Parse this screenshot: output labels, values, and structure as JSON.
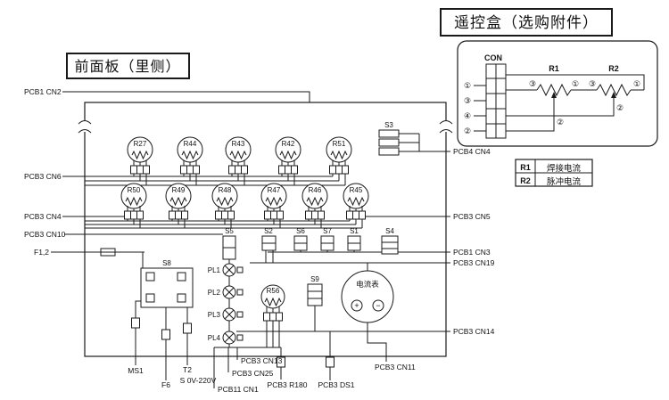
{
  "titles": {
    "remote_box": "遥控盒（选购附件）",
    "front_panel": "前面板（里侧）"
  },
  "remote_detail": {
    "con_label": "CON",
    "con_pins": [
      "①",
      "③",
      "④",
      "②"
    ],
    "pots": [
      {
        "name": "R1",
        "left": "③",
        "right": "①",
        "wiper": "②"
      },
      {
        "name": "R2",
        "left": "③",
        "right": "①",
        "wiper": "②"
      }
    ]
  },
  "legend": {
    "rows": [
      {
        "key": "R1",
        "desc": "焊接电流"
      },
      {
        "key": "R2",
        "desc": "脉冲电流"
      }
    ]
  },
  "panel": {
    "left_labels": [
      "PCB1 CN2",
      "PCB3 CN6",
      "PCB3 CN4",
      "PCB3 CN10",
      "F1,2"
    ],
    "right_labels": [
      "PCB4 CN4",
      "PCB3 CN5",
      "PCB1 CN3",
      "PCB3 CN19",
      "PCB3 CN14"
    ],
    "bottom_labels": [
      "MS1",
      "F6",
      "T2",
      "S 0V-220V",
      "PCB3 CN13",
      "PCB3 CN25",
      "PCB11 CN1",
      "PCB3 R180",
      "PCB3 DS1",
      "PCB3 CN11"
    ],
    "pots_row1": [
      "R27",
      "R44",
      "R43",
      "R42",
      "R51"
    ],
    "pots_row2": [
      "R50",
      "R49",
      "R48",
      "R47",
      "R46",
      "R45"
    ],
    "switches": {
      "s3": "S3",
      "s5": "S5",
      "s2": "S2",
      "s6": "S6",
      "s7": "S7",
      "s1": "S1",
      "s4": "S4",
      "s8": "S8",
      "s9": "S9"
    },
    "lamps": [
      "PL1",
      "PL2",
      "PL3",
      "PL4"
    ],
    "r56": "R56",
    "ammeter": {
      "label": "电流表",
      "plus": "+",
      "minus": "−"
    }
  }
}
